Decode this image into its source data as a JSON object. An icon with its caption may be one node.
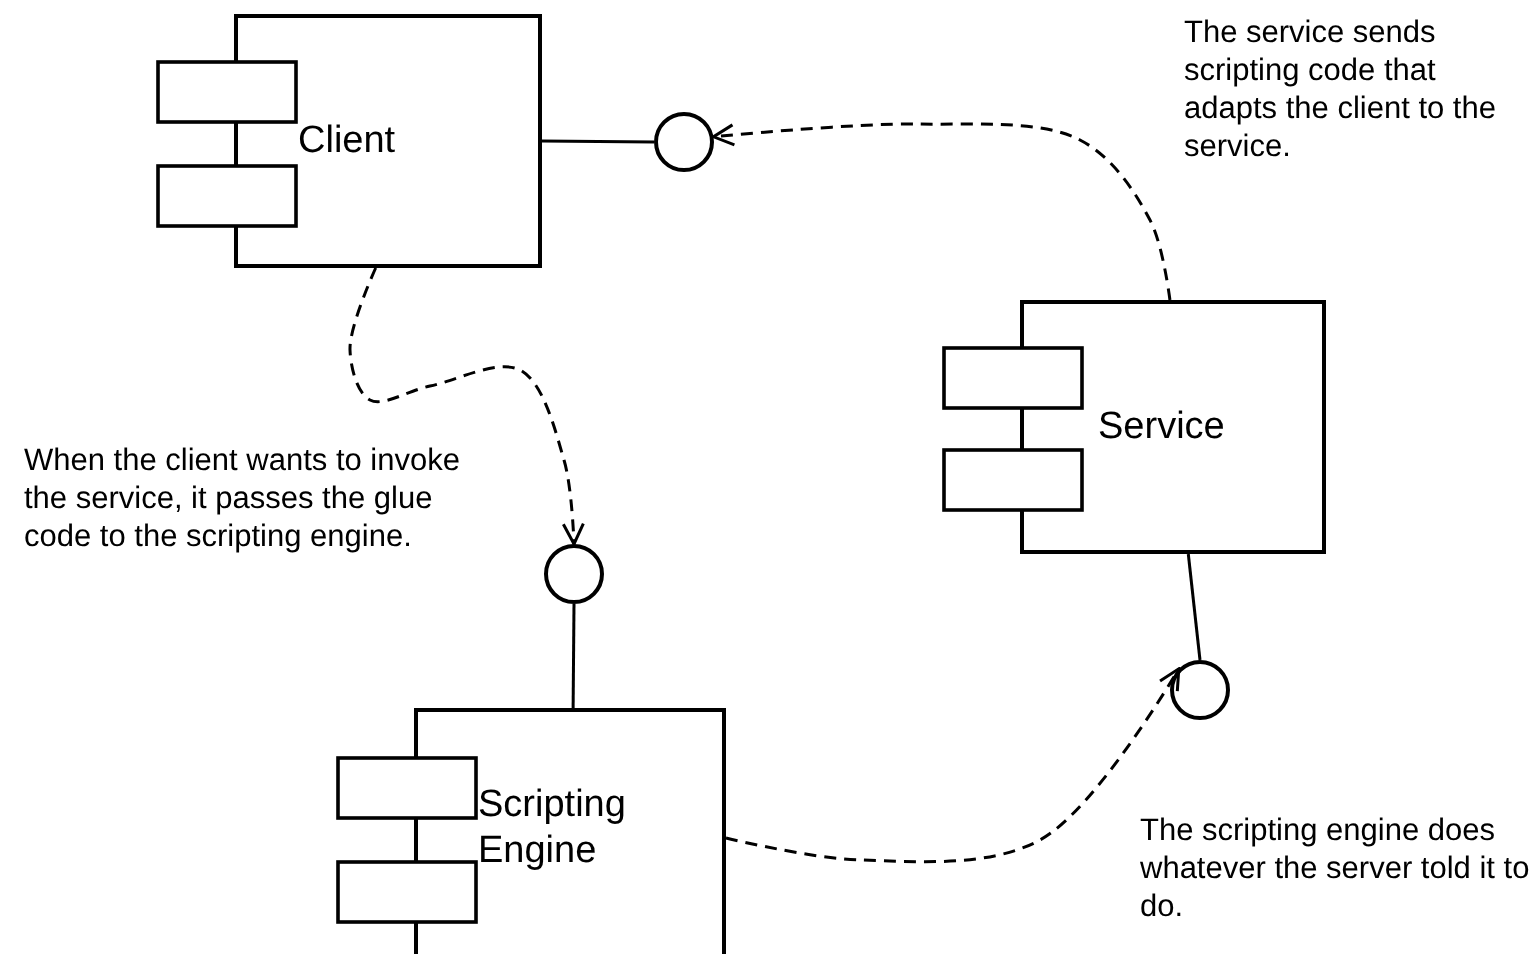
{
  "diagram": {
    "nodes": [
      {
        "text": [
          "Client"
        ]
      },
      {
        "text": [
          "Service"
        ]
      },
      {
        "text": [
          "Scripting Engine"
        ]
      },
      {
        "text": [],
        "shape": "circle"
      },
      {
        "text": [],
        "shape": "circle"
      },
      {
        "text": [],
        "shape": "circle"
      }
    ],
    "edges": [
      {
        "from": 0,
        "to": 3,
        "arrow": "none"
      },
      {
        "from": 1,
        "to": 3,
        "arrow": "to",
        "style": "dashed"
      },
      {
        "from": 0,
        "to": 4,
        "arrow": "to",
        "style": "dashed"
      },
      {
        "from": 4,
        "to": 2,
        "arrow": "none"
      },
      {
        "from": 1,
        "to": 5,
        "arrow": "none"
      },
      {
        "from": 2,
        "to": 5,
        "arrow": "to",
        "style": "dashed"
      }
    ],
    "labels": [
      "The service sends scripting code that adapts the client to the service.",
      "When the client wants to invoke the service, it passes the glue code to the scripting engine.",
      "The scripting engine does whatever the server told it to do."
    ]
  }
}
